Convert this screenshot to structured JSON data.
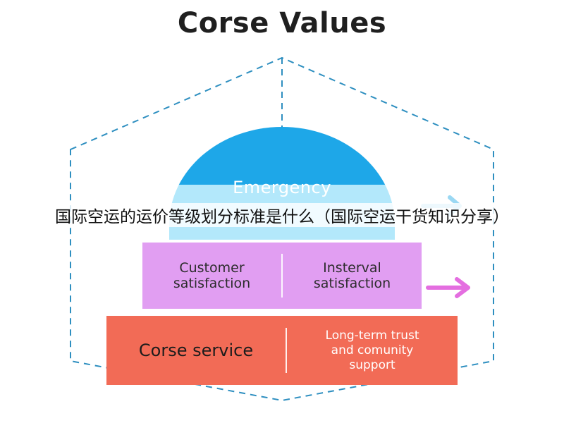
{
  "title": "Corse Values",
  "dome": {
    "label": "Emergency"
  },
  "middle": {
    "left": "Customer\nsatisfaction",
    "right": "Insterval\nsatisfaction"
  },
  "base": {
    "left": "Corse service",
    "right": "Long-term trust\nand comunity\nsupport"
  },
  "overlay": {
    "caption": "国际空运的运价等级划分标准是什么（国际空运干货知识分享）"
  },
  "colors": {
    "dome_top": "#1ea7e8",
    "dome_bottom": "#b3e8fb",
    "middle": "#e19ef2",
    "base": "#f26b56",
    "arrow": "#e46ee0",
    "outline": "#2e8fc0"
  },
  "icons": [
    "arrow-right-icon"
  ]
}
